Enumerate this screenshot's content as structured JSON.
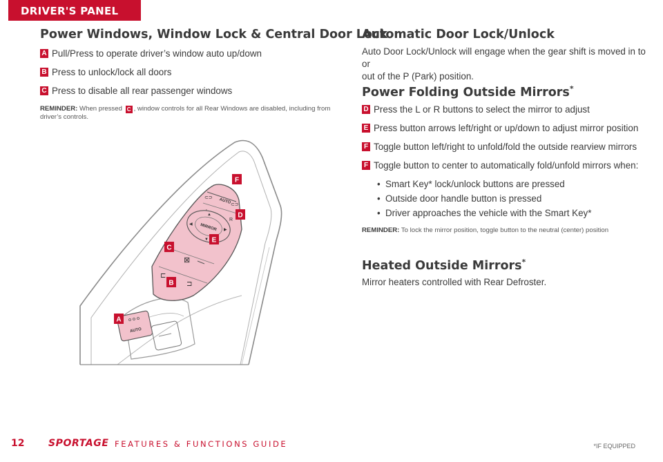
{
  "section_tab": "DRIVER'S PANEL",
  "left": {
    "heading": "Power Windows, Window Lock & Central Door Lock",
    "items": [
      {
        "badge": "A",
        "text": "Pull/Press to operate driver’s window auto up/down"
      },
      {
        "badge": "B",
        "text": "Press to unlock/lock all doors"
      },
      {
        "badge": "C",
        "text": "Press to disable all rear passenger windows"
      }
    ],
    "reminder": {
      "label": "REMINDER:",
      "text_before": "When pressed",
      "badge": "C",
      "text_after": ", window controls for all Rear Windows are disabled, including from",
      "line2": "driver’s controls."
    }
  },
  "illustration": {
    "callouts": [
      "F",
      "D",
      "E",
      "C",
      "B",
      "A"
    ],
    "switch_labels": {
      "auto": "AUTO",
      "left": "L",
      "right": "R",
      "mirror": "MIRROR",
      "window_auto": "AUTO"
    }
  },
  "right": {
    "auto_lock": {
      "heading": "Automatic Door Lock/Unlock",
      "text_line1": "Auto Door Lock/Unlock will engage when the gear shift is moved in to or",
      "text_line2": "out of the P (Park) position."
    },
    "folding": {
      "heading": "Power Folding Outside Mirrors",
      "asterisk": "*",
      "items": [
        {
          "badge": "D",
          "text": "Press the L or R buttons to select the mirror to adjust"
        },
        {
          "badge": "E",
          "text": "Press button arrows left/right or up/down to adjust mirror position"
        },
        {
          "badge": "F",
          "text": "Toggle button left/right to unfold/fold the outside rearview mirrors"
        },
        {
          "badge": "F",
          "text": "Toggle button to center to automatically fold/unfold mirrors when:"
        }
      ],
      "bullets": [
        "Smart Key* lock/unlock buttons are pressed",
        "Outside door handle button is pressed",
        "Driver approaches the vehicle with the Smart Key*"
      ],
      "reminder_label": "REMINDER:",
      "reminder_text": "To lock the mirror position, toggle button to the neutral (center) position"
    },
    "heated": {
      "heading": "Heated Outside Mirrors",
      "asterisk": "*",
      "text": "Mirror heaters controlled with Rear Defroster."
    }
  },
  "footer": {
    "page_number": "12",
    "brand": "SPORTAGE",
    "guide": "FEATURES & FUNCTIONS GUIDE",
    "note": "*IF EQUIPPED"
  },
  "colors": {
    "accent": "#c8102e",
    "switch_fill": "#f2c2cc"
  }
}
